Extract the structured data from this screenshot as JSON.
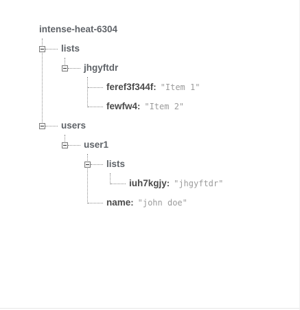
{
  "tree": {
    "root": "intense-heat-6304",
    "lists": {
      "label": "lists",
      "jhgyftdr": {
        "label": "jhgyftdr",
        "item1_key": "feref3f344f",
        "item1_value": "\"Item 1\"",
        "item2_key": "fewfw4",
        "item2_value": "\"Item 2\""
      }
    },
    "users": {
      "label": "users",
      "user1": {
        "label": "user1",
        "lists": {
          "label": "lists",
          "entry_key": "iuh7kgjy",
          "entry_value": "\"jhgyftdr\""
        },
        "name_key": "name",
        "name_value": "\"john doe\""
      }
    }
  },
  "icons": {
    "toggle": "collapse-minus-icon"
  }
}
